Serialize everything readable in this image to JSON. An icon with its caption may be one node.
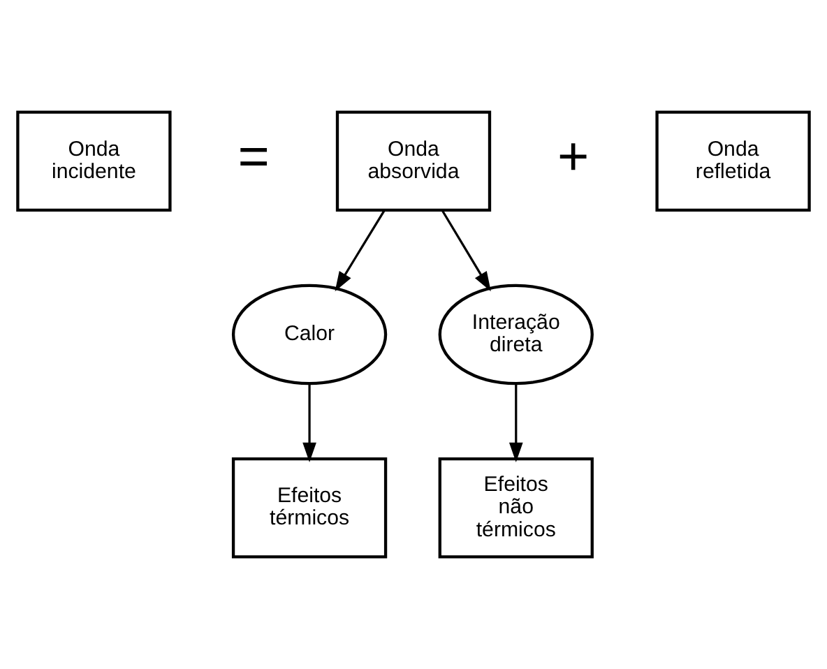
{
  "diagram": {
    "nodes": [
      {
        "text": [
          "Onda incidente"
        ]
      },
      {
        "text": [
          "Onda absorvida"
        ]
      },
      {
        "text": [
          "Onda refletida"
        ]
      },
      {
        "text": [
          "Calor"
        ]
      },
      {
        "text": [
          "Interação direta"
        ]
      },
      {
        "text": [
          "Efeitos térmicos"
        ]
      },
      {
        "text": [
          "Efeitos não térmicos"
        ]
      }
    ],
    "edges": [
      {
        "from": 1,
        "to": 3,
        "arrow": "to"
      },
      {
        "from": 1,
        "to": 4,
        "arrow": "to"
      },
      {
        "from": 3,
        "to": 5,
        "arrow": "to"
      },
      {
        "from": 4,
        "to": 6,
        "arrow": "to"
      }
    ],
    "labels": [
      "=",
      "+"
    ]
  }
}
